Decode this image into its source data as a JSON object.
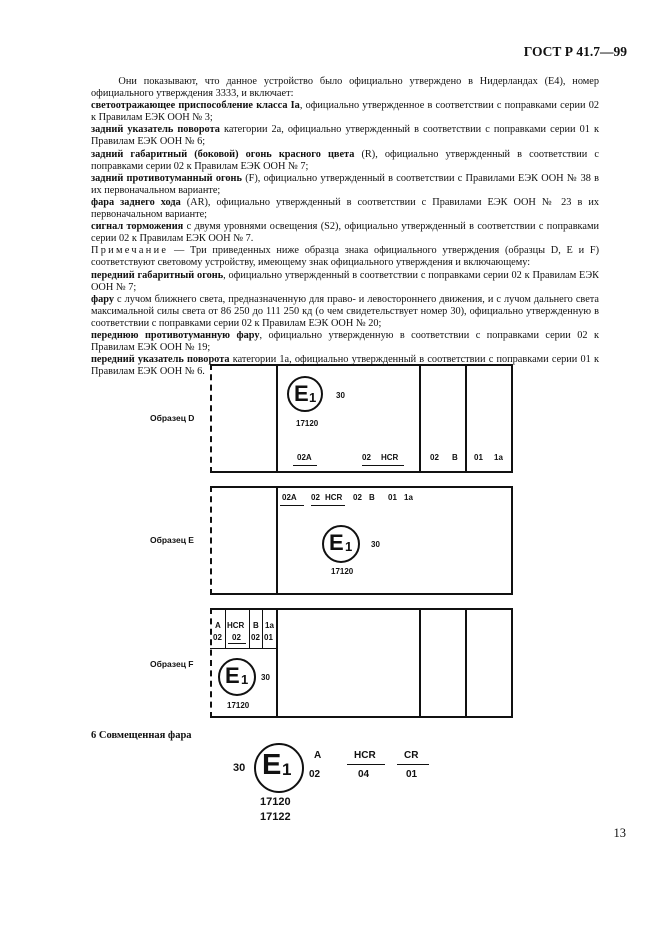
{
  "header": {
    "standard": "ГОСТ Р 41.7—99"
  },
  "page_number": "13",
  "paragraphs": {
    "p1": "Они показывают, что данное устройство было официально утверждено в Нидерландах (Е4), номер официального утверждения 3333, и включает:",
    "p2_b": "светоотражающее приспособление класса Iа",
    "p2": ", официально утвержденное в соответствии с поправками серии 02 к Правилам ЕЭК ООН № 3;",
    "p3_b": "задний указатель поворота",
    "p3": " категории 2а, официально утвержденный в соответствии с поправками серии 01 к Правилам ЕЭК ООН № 6;",
    "p4_b": "задний габаритный (боковой) огонь красного цвета",
    "p4": " (R), официально утвержденный в соответствии с поправками серии 02 к Правилам ЕЭК ООН № 7;",
    "p5_b": "задний противотуманный огонь",
    "p5": " (F), официально утвержденный в соответствии с Правилами ЕЭК ООН № 38 в их первоначальном варианте;",
    "p6_b": "фара заднего хода",
    "p6": " (AR), официально утвержденный в соответствии с Правилами ЕЭК ООН № 23 в их первоначальном варианте;",
    "p7_b": "сигнал торможения",
    "p7": " с двумя уровнями освещения (S2), официально утвержденный в соответствии с поправками серии 02 к Правилам ЕЭК ООН № 7.",
    "note_head": "Примечание",
    "note": " — Три приведенных ниже образца знака официального утверждения (образцы D, Е и F) соответствуют световому устройству, имеющему знак официального утверждения и включающему:",
    "n1_b": "передний габаритный огонь",
    "n1": ", официально утвержденный в соответствии с поправками серии 02 к Правилам ЕЭК ООН № 7;",
    "n2_b": "фару",
    "n2": " с лучом ближнего света, предназначенную для право- и левостороннего движения, и с лучом дальнего света максимальной силы света от 86 250 до 111 250 кд (о чем свидетельствует номер 30), официально утвержденную в соответствии с поправками серии 02 к Правилам ЕЭК ООН № 20;",
    "n3_b": "переднюю противотуманную фару",
    "n3": ", официально утвержденную в соответствии с поправками серии 02 к Правилам ЕЭК ООН № 19;",
    "n4_b": "передний указатель поворота",
    "n4": " категории 1а, официально утвержденный в соответствии с поправками серии 01 к Правилам ЕЭК ООН № 6."
  },
  "samples": {
    "d": {
      "label": "Образец D",
      "mark": "E",
      "sub": "1",
      "num": "30",
      "code": "17120",
      "r1": "02A",
      "r2": "02",
      "r3": "HCR",
      "r4": "02",
      "r5": "B",
      "r6": "01",
      "r7": "1a"
    },
    "e": {
      "label": "Образец E",
      "mark": "E",
      "sub": "1",
      "num": "30",
      "code": "17120",
      "t1": "02A",
      "t2": "02",
      "t3": "HCR",
      "t4": "02",
      "t5": "B",
      "t6": "01",
      "t7": "1a"
    },
    "f": {
      "label": "Образец F",
      "mark": "E",
      "sub": "1",
      "num": "30",
      "code": "17120",
      "c1a": "A",
      "c1b": "02",
      "c2a": "HCR",
      "c2b": "02",
      "c3a": "B",
      "c3b": "02",
      "c4a": "1a",
      "c4b": "01"
    }
  },
  "section6": {
    "title": "6 Совмещенная фара",
    "num": "30",
    "mark": "E",
    "sub": "1",
    "code1": "17120",
    "code2": "17122",
    "a_top": "A",
    "a_bot": "02",
    "hcr_top": "HCR",
    "hcr_bot": "04",
    "cr_top": "CR",
    "cr_bot": "01"
  }
}
